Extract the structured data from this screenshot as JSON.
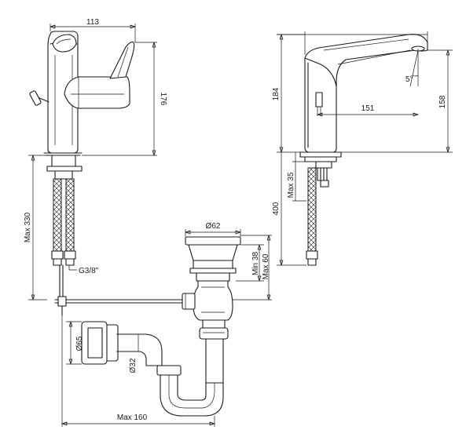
{
  "dimensions": {
    "d113": "113",
    "d176": "176",
    "d330": "Max 330",
    "g38": "G3/8\"",
    "d62": "Ø62",
    "d38": "Min 38",
    "d60": "Max 60",
    "d65": "Ø65",
    "d32": "Ø32",
    "d160": "Max 160",
    "d184": "184",
    "d5deg": "5°",
    "d151": "151",
    "d158": "158",
    "d35": "Max 35",
    "d400": "400"
  }
}
